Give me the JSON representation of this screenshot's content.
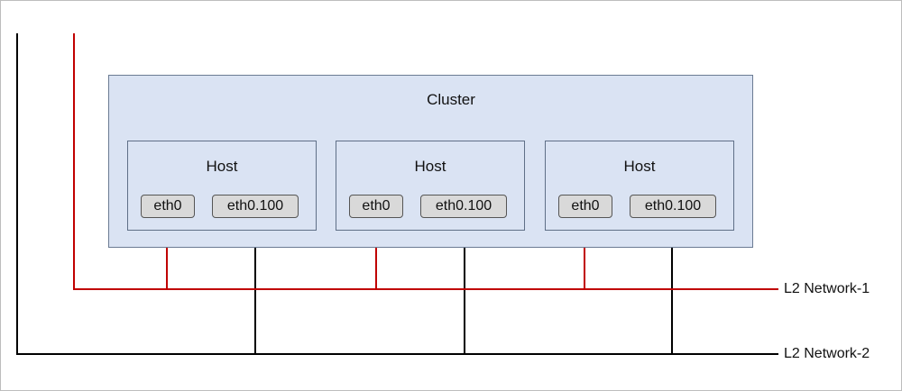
{
  "colors": {
    "network1": "#c00000",
    "network2": "#000000",
    "cluster_fill": "#dae3f3",
    "iface_fill": "#d9d9d9"
  },
  "cluster": {
    "label": "Cluster",
    "hosts": [
      {
        "label": "Host",
        "iface_primary": "eth0",
        "iface_vlan": "eth0.100"
      },
      {
        "label": "Host",
        "iface_primary": "eth0",
        "iface_vlan": "eth0.100"
      },
      {
        "label": "Host",
        "iface_primary": "eth0",
        "iface_vlan": "eth0.100"
      }
    ]
  },
  "networks": [
    {
      "label": "L2 Network-1",
      "color": "#c00000",
      "attaches_to": "eth0"
    },
    {
      "label": "L2 Network-2",
      "color": "#000000",
      "attaches_to": "eth0.100"
    }
  ]
}
